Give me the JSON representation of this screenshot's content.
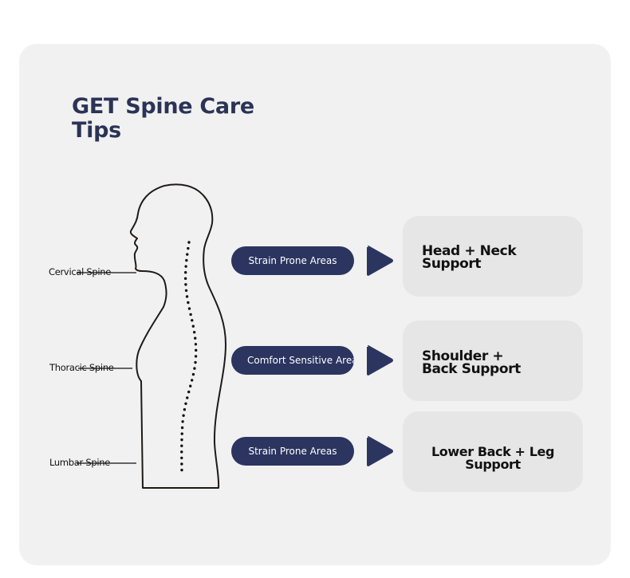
{
  "title": "GET Spine Care Tips",
  "spine_labels": [
    {
      "label": "Cervical Spine"
    },
    {
      "label": "Thoracic Spine"
    },
    {
      "label": "Lumbar Spine"
    }
  ],
  "rows": [
    {
      "tag": "Strain Prone Areas",
      "support": "Head + Neck Support"
    },
    {
      "tag": "Comfort Sensitive Area",
      "support": "Shoulder + Back Support"
    },
    {
      "tag": "Strain Prone Areas",
      "support": "Lower Back + Leg Support"
    }
  ],
  "colors": {
    "accent": "#2b3560",
    "title": "#2b3356",
    "panel": "#f1f1f1",
    "box": "#e6e6e6",
    "outline": "#1e1a17"
  }
}
